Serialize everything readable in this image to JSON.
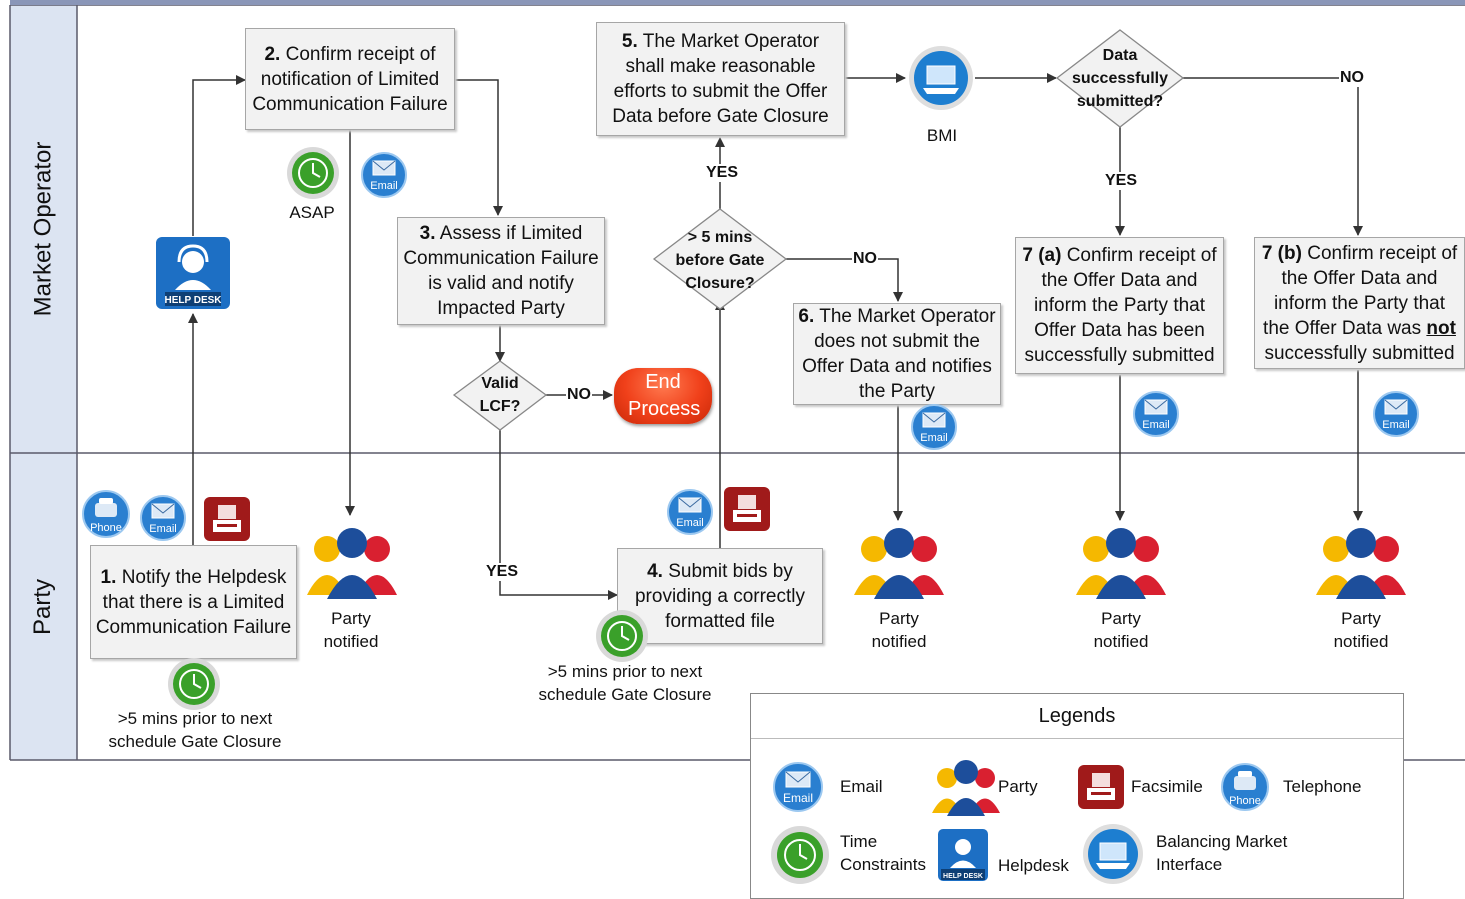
{
  "lanes": {
    "top": "Market Operator",
    "bottom": "Party"
  },
  "steps": {
    "s1": {
      "num": "1.",
      "text": "Notify the Helpdesk that there is a Limited Communication Failure"
    },
    "s2": {
      "num": "2.",
      "text": "Confirm receipt of notification of Limited Communication Failure"
    },
    "s3": {
      "num": "3.",
      "text": "Assess if Limited Communication Failure is valid and notify Impacted Party"
    },
    "s4": {
      "num": "4.",
      "text": "Submit bids by providing a correctly formatted file"
    },
    "s5": {
      "num": "5.",
      "text": "The Market Operator shall make reasonable efforts to submit the Offer Data before Gate Closure"
    },
    "s6": {
      "num": "6.",
      "text": "The Market Operator does not submit the Offer Data and notifies the Party"
    },
    "s7a": {
      "num": "7 (a)",
      "text": "Confirm receipt of the Offer Data and inform the Party that Offer Data has been successfully submitted"
    },
    "s7b_num": "7 (b)",
    "s7b_pre": "Confirm receipt of the Offer Data and inform the Party that the Offer Data was",
    "s7b_not": "not",
    "s7b_post": "successfully submitted"
  },
  "decisions": {
    "valid": "Valid LCF?",
    "mins": "> 5 mins before Gate Closure?",
    "data": "Data successfully submitted?"
  },
  "flow_labels": {
    "yes": "YES",
    "no": "NO"
  },
  "end_process": "End Process",
  "captions": {
    "asap": "ASAP",
    "bmi": "BMI",
    "time1": ">5 mins prior to next schedule Gate Closure",
    "time4": ">5 mins prior to next schedule Gate Closure",
    "party_notified": "Party notified"
  },
  "icon_labels": {
    "email": "Email",
    "phone": "Phone",
    "helpdesk": "HELP DESK"
  },
  "legend": {
    "title": "Legends",
    "email": "Email",
    "party": "Party",
    "fax": "Facsimile",
    "phone": "Telephone",
    "time": "Time Constraints",
    "helpdesk": "Helpdesk",
    "bmi": "Balancing Market Interface"
  },
  "colors": {
    "lane_header": "#dce4f2",
    "process_box": "#f2f2f2",
    "end": "#f0401a",
    "email_blue": "#2a7fd0",
    "clock_green": "#3aa02a",
    "fax_red": "#a01a1a",
    "border": "#5a5a6a"
  }
}
